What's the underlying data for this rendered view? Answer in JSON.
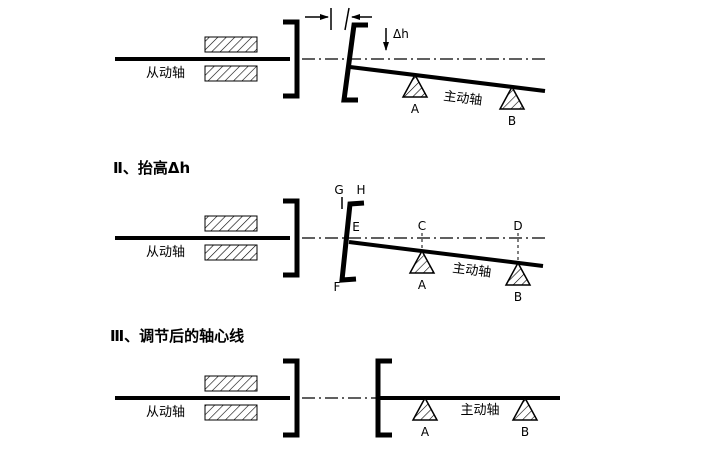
{
  "colors": {
    "ink": "#000000",
    "background": "#ffffff"
  },
  "sections": {
    "s1": {
      "driven_shaft": "从动轴",
      "driving_shaft": "主动轴",
      "delta_h": "Δh",
      "support_a": "A",
      "support_b": "B"
    },
    "s2": {
      "title": "Ⅱ、抬高Δh",
      "driven_shaft": "从动轴",
      "driving_shaft": "主动轴",
      "point_g": "G",
      "point_h": "H",
      "point_e": "E",
      "point_f": "F",
      "point_c": "C",
      "point_d": "D",
      "support_a": "A",
      "support_b": "B"
    },
    "s3": {
      "title": "Ⅲ、调节后的轴心线",
      "driven_shaft": "从动轴",
      "driving_shaft": "主动轴",
      "support_a": "A",
      "support_b": "B"
    }
  }
}
